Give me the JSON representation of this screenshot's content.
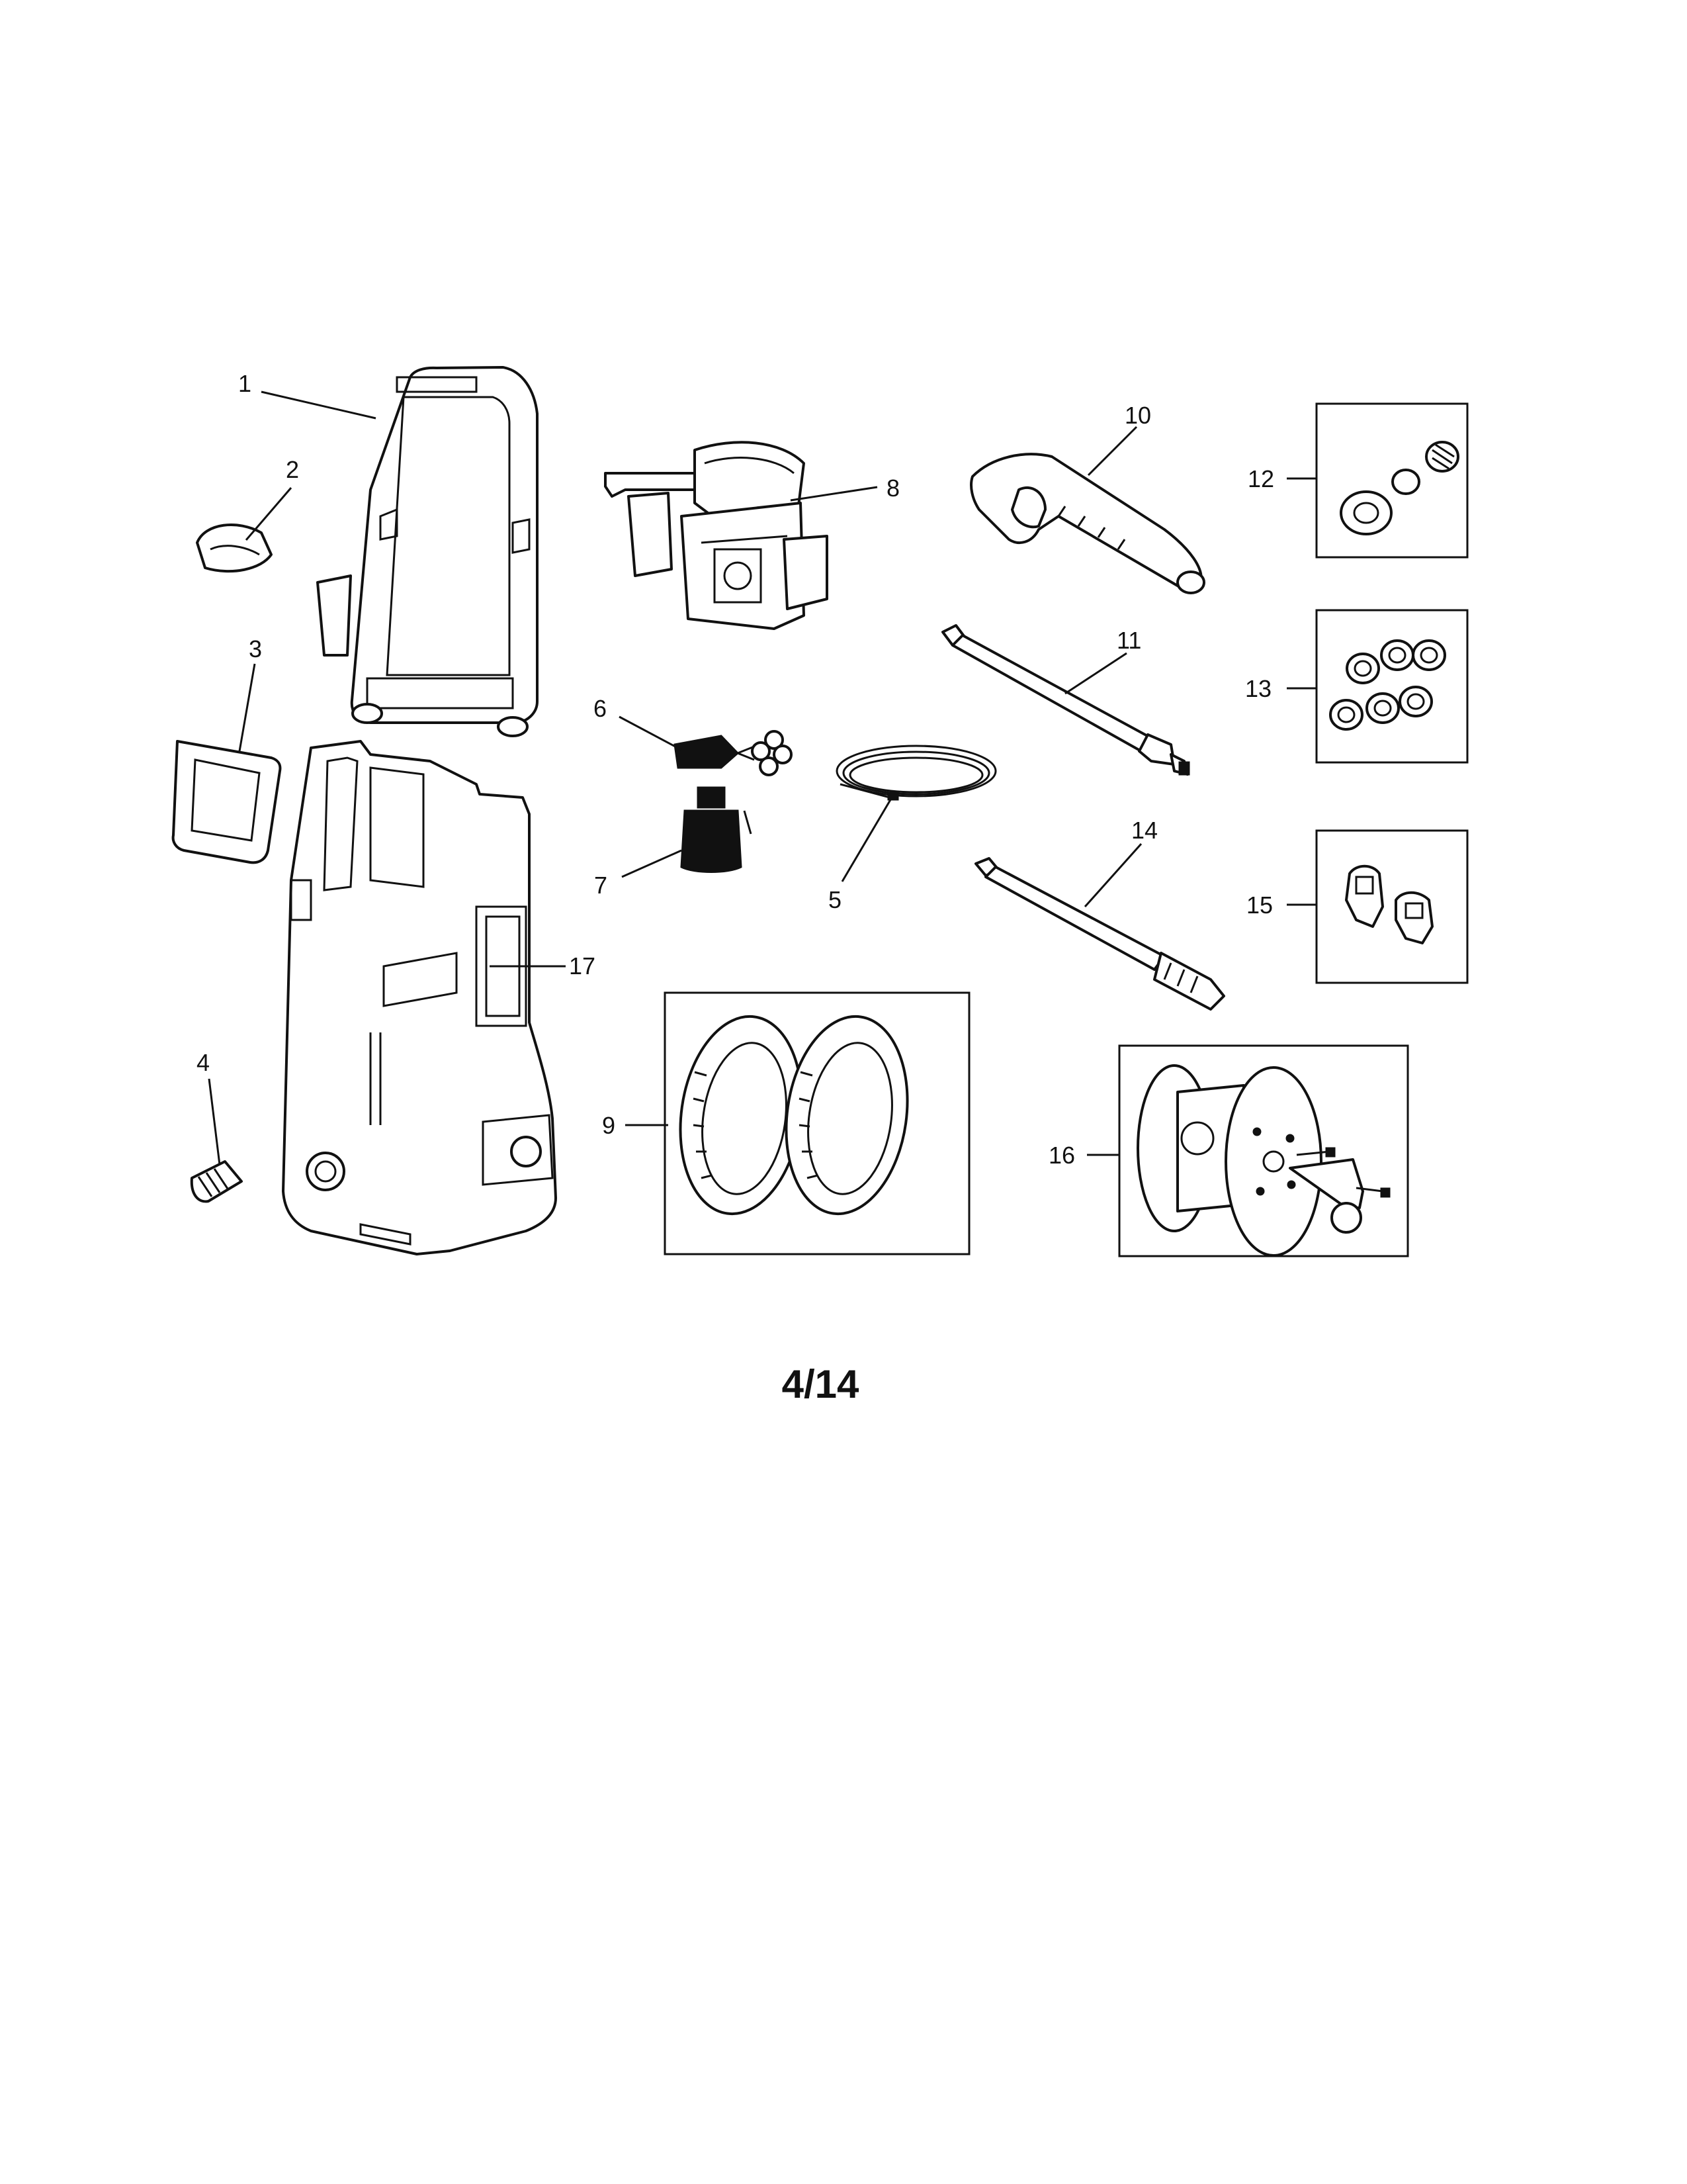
{
  "callouts": [
    {
      "id": "1",
      "text": "1"
    },
    {
      "id": "2",
      "text": "2"
    },
    {
      "id": "3",
      "text": "3"
    },
    {
      "id": "4",
      "text": "4"
    },
    {
      "id": "5",
      "text": "5"
    },
    {
      "id": "6",
      "text": "6"
    },
    {
      "id": "7",
      "text": "7"
    },
    {
      "id": "8",
      "text": "8"
    },
    {
      "id": "9",
      "text": "9"
    },
    {
      "id": "10",
      "text": "10"
    },
    {
      "id": "11",
      "text": "11"
    },
    {
      "id": "12",
      "text": "12"
    },
    {
      "id": "13",
      "text": "13"
    },
    {
      "id": "14",
      "text": "14"
    },
    {
      "id": "15",
      "text": "15"
    },
    {
      "id": "16",
      "text": "16"
    },
    {
      "id": "17",
      "text": "17"
    }
  ],
  "page_number": "4/14"
}
